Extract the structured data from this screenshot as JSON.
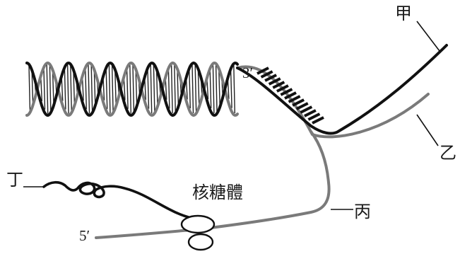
{
  "labels": {
    "strand_a": "甲",
    "strand_b": "乙",
    "rna": "丙",
    "polypeptide": "丁",
    "ribosome": "核糖體",
    "three_prime": "3′",
    "five_prime": "5′"
  },
  "colors": {
    "strand_a": "#111111",
    "strand_b": "#7a7a7a",
    "rna": "#7a7a7a",
    "polypeptide": "#111111",
    "ribosome": "#111111",
    "leader": "#111111"
  }
}
